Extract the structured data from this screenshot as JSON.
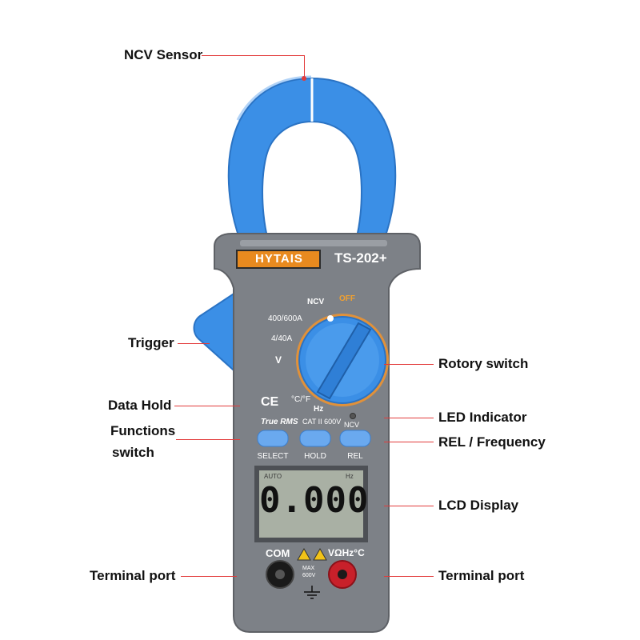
{
  "labels": {
    "ncv_sensor": "NCV Sensor",
    "trigger": "Trigger",
    "data_hold": "Data Hold",
    "functions_switch_line1": "Functions",
    "functions_switch_line2": "switch",
    "terminal_port_left": "Terminal port",
    "rotary_switch": "Rotory switch",
    "led_indicator": "LED Indicator",
    "rel_frequency": "REL / Frequency",
    "lcd_display": "LCD Display",
    "terminal_port_right": "Terminal port"
  },
  "device": {
    "brand": "HYTAIS",
    "model": "TS-202+",
    "dial": {
      "ncv": "NCV",
      "off": "OFF",
      "range_600": "400/600A",
      "range_40": "4/40A",
      "volt": "V",
      "temp": "°C/°F",
      "hz": "Hz"
    },
    "ce_mark": "CE",
    "true_rms": "True RMS",
    "cat_rating": "CAT II 600V",
    "ncv_led_label": "NCV",
    "buttons": {
      "select": "SELECT",
      "hold": "HOLD",
      "rel": "REL"
    },
    "lcd": {
      "value": "0.000",
      "auto": "AUTO",
      "hz": "Hz"
    },
    "terminals": {
      "com": "COM",
      "input": "VΩHz°C",
      "max_line1": "MAX",
      "max_line2": "600V"
    }
  },
  "colors": {
    "body_grey": "#7d8187",
    "clamp_blue": "#3b8fe6",
    "button_blue": "#6aa9ef",
    "leader_red": "#e23b3b",
    "brand_orange": "#e88a1f",
    "lcd_bg": "#a9b0a4"
  }
}
